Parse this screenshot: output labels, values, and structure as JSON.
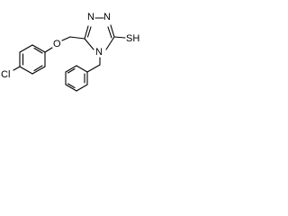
{
  "molecule": {
    "atoms": {
      "cl": "Cl",
      "o": "O",
      "n_top_left": "N",
      "n_top_right": "N",
      "n_bottom": "N",
      "sh": "SH"
    }
  }
}
